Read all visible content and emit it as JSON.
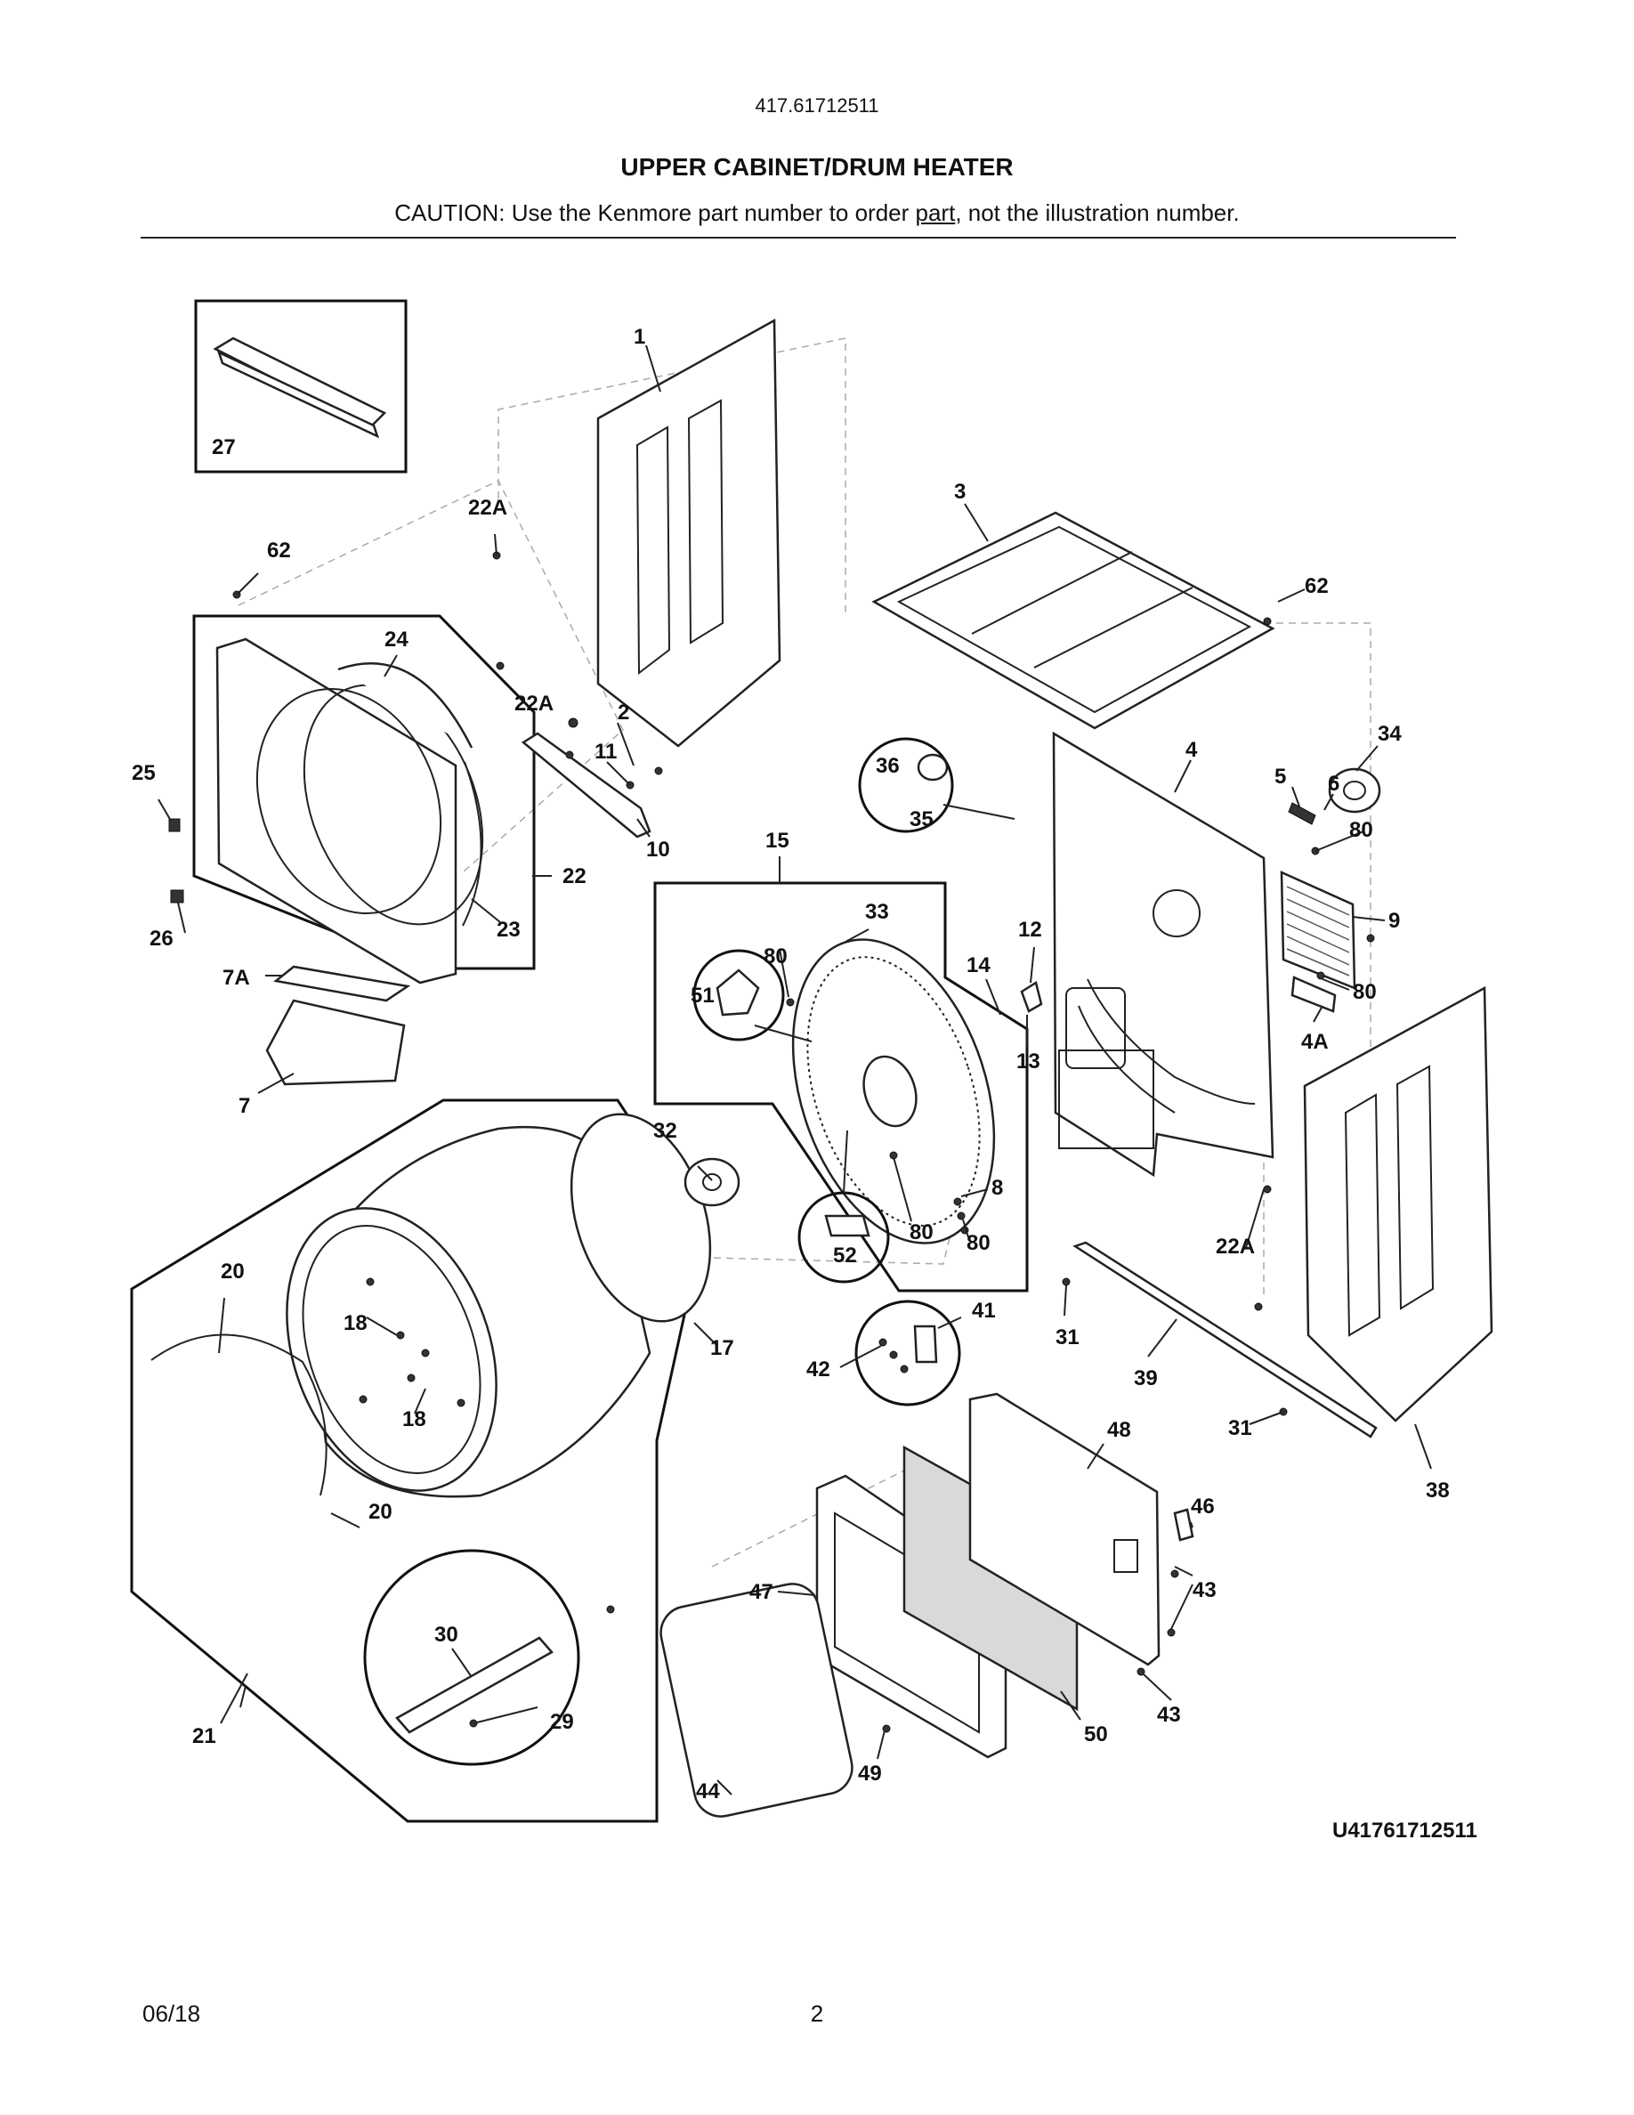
{
  "header": {
    "model_number": "417.61712511",
    "title": "UPPER CABINET/DRUM HEATER",
    "caution_prefix": "CAUTION: Use the Kenmore part number to order ",
    "caution_link": "part",
    "caution_suffix": ", not the illustration number."
  },
  "diagram": {
    "illustration_code": "U41761712511",
    "callouts": {
      "c1": "1",
      "c2": "2",
      "c3": "3",
      "c4": "4",
      "c4A": "4A",
      "c5": "5",
      "c6": "6",
      "c7": "7",
      "c7A": "7A",
      "c8": "8",
      "c9": "9",
      "c10": "10",
      "c11": "11",
      "c12": "12",
      "c13": "13",
      "c14": "14",
      "c15": "15",
      "c17": "17",
      "c18a": "18",
      "c18b": "18",
      "c20a": "20",
      "c20b": "20",
      "c21": "21",
      "c22": "22",
      "c22Aa": "22A",
      "c22Ab": "22A",
      "c22Ac": "22A",
      "c23": "23",
      "c24": "24",
      "c25": "25",
      "c26": "26",
      "c27": "27",
      "c29": "29",
      "c30": "30",
      "c31a": "31",
      "c31b": "31",
      "c32": "32",
      "c33": "33",
      "c34": "34",
      "c35": "35",
      "c36": "36",
      "c38": "38",
      "c39": "39",
      "c41": "41",
      "c42": "42",
      "c43a": "43",
      "c43b": "43",
      "c44": "44",
      "c46": "46",
      "c47": "47",
      "c48": "48",
      "c49": "49",
      "c50": "50",
      "c51": "51",
      "c52": "52",
      "c62a": "62",
      "c62b": "62",
      "c80a": "80",
      "c80b": "80",
      "c80c": "80",
      "c80d": "80",
      "c80e": "80"
    }
  },
  "footer": {
    "date": "06/18",
    "page": "2"
  }
}
